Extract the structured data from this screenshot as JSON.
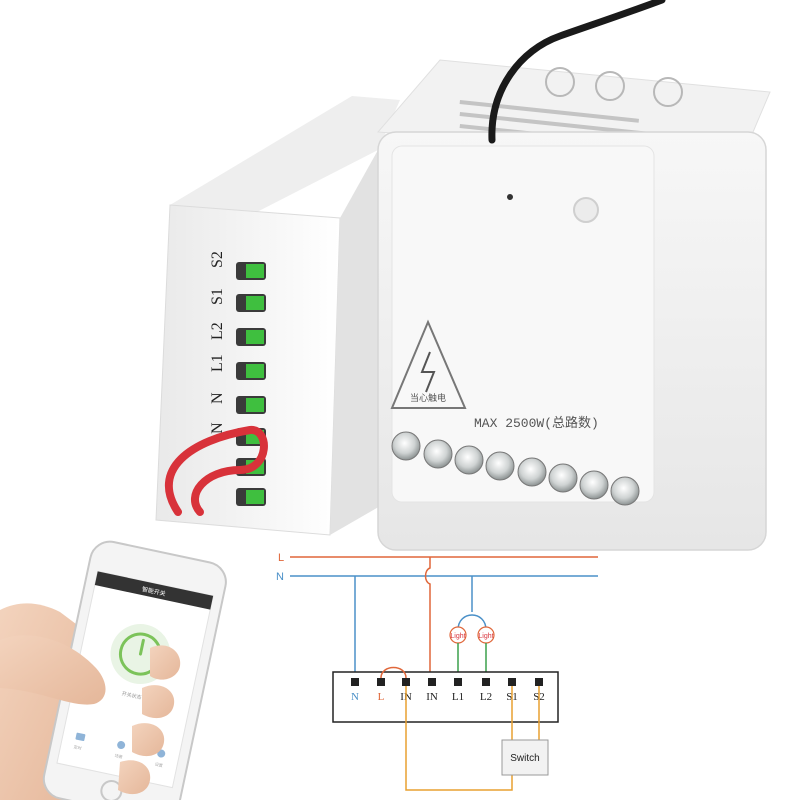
{
  "device": {
    "warning_text": "当心触电",
    "max_rating": "MAX 2500W(总路数)",
    "side_labels": [
      "S2",
      "S1",
      "L2",
      "L1",
      "N",
      "N"
    ]
  },
  "phone": {
    "app_title": "智能开关",
    "status_text": "开关状态",
    "nav_labels": [
      "定时",
      "场景",
      "设置"
    ]
  },
  "diagram": {
    "line_labels": [
      "L",
      "N"
    ],
    "terminals": [
      "N",
      "L",
      "IN",
      "IN",
      "L1",
      "L2",
      "S1",
      "S2"
    ],
    "light_labels": [
      "Light",
      "Light"
    ],
    "switch_label": "Switch"
  },
  "colors": {
    "live_wire": "#e0673a",
    "neutral_wire": "#4a90c8",
    "green_wire": "#3aa04a",
    "orange_wire": "#e8a030",
    "red_wire": "#d8323a",
    "terminal_green": "#3fbf3f"
  }
}
